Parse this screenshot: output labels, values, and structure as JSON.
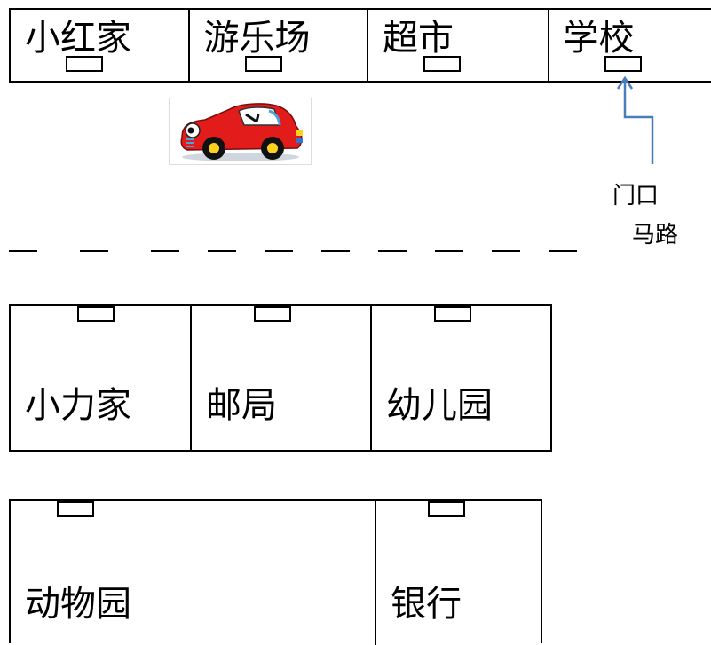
{
  "top_row": [
    {
      "label": "小红家"
    },
    {
      "label": "游乐场"
    },
    {
      "label": "超市"
    },
    {
      "label": "学校"
    }
  ],
  "middle_row": [
    {
      "label": "小力家"
    },
    {
      "label": "邮局"
    },
    {
      "label": "幼儿园"
    }
  ],
  "bottom_row": [
    {
      "label": "动物园"
    },
    {
      "label": "银行"
    }
  ],
  "annotations": {
    "door": "门口",
    "road": "马路"
  },
  "colors": {
    "line": "#000000",
    "arrow": "#4a7ebb",
    "car_body": "#e21b1b"
  }
}
